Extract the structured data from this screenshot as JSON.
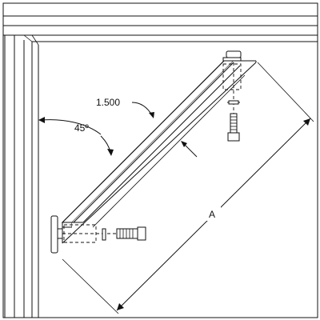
{
  "labels": {
    "thickness": "1.500",
    "angle": "45º",
    "length": "A"
  }
}
